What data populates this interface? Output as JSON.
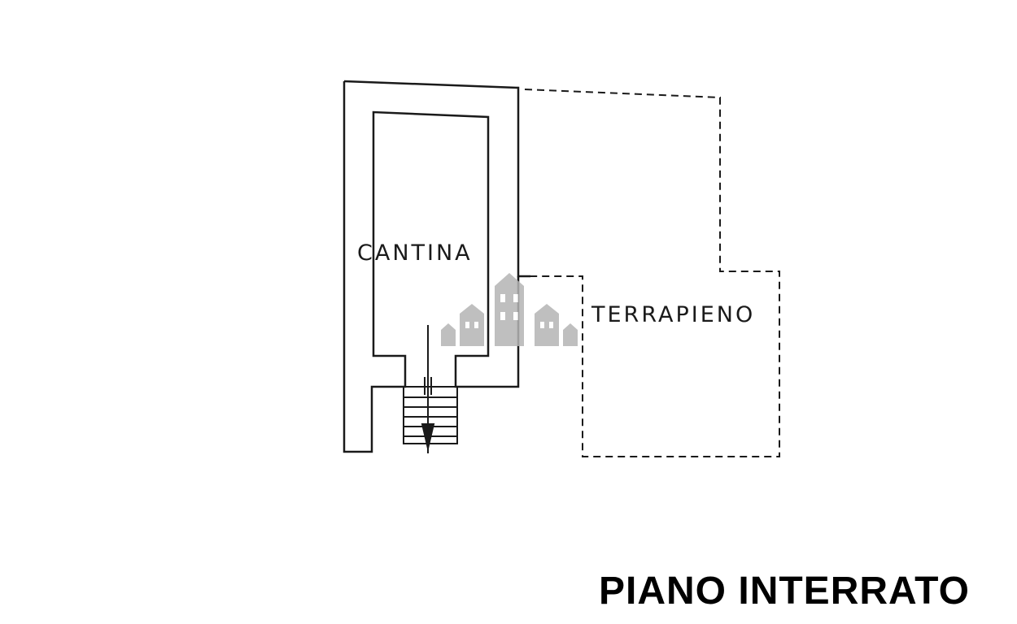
{
  "plan": {
    "rooms": {
      "cantina": "CANTINA",
      "terrapieno": "TERRAPIENO"
    },
    "floor_title": "PIANO INTERRATO"
  },
  "colors": {
    "line": "#1a1a1a",
    "watermark": "#b5b5b5",
    "background": "#ffffff"
  },
  "icons": [
    "staircase-icon",
    "watermark-buildings-icon"
  ]
}
